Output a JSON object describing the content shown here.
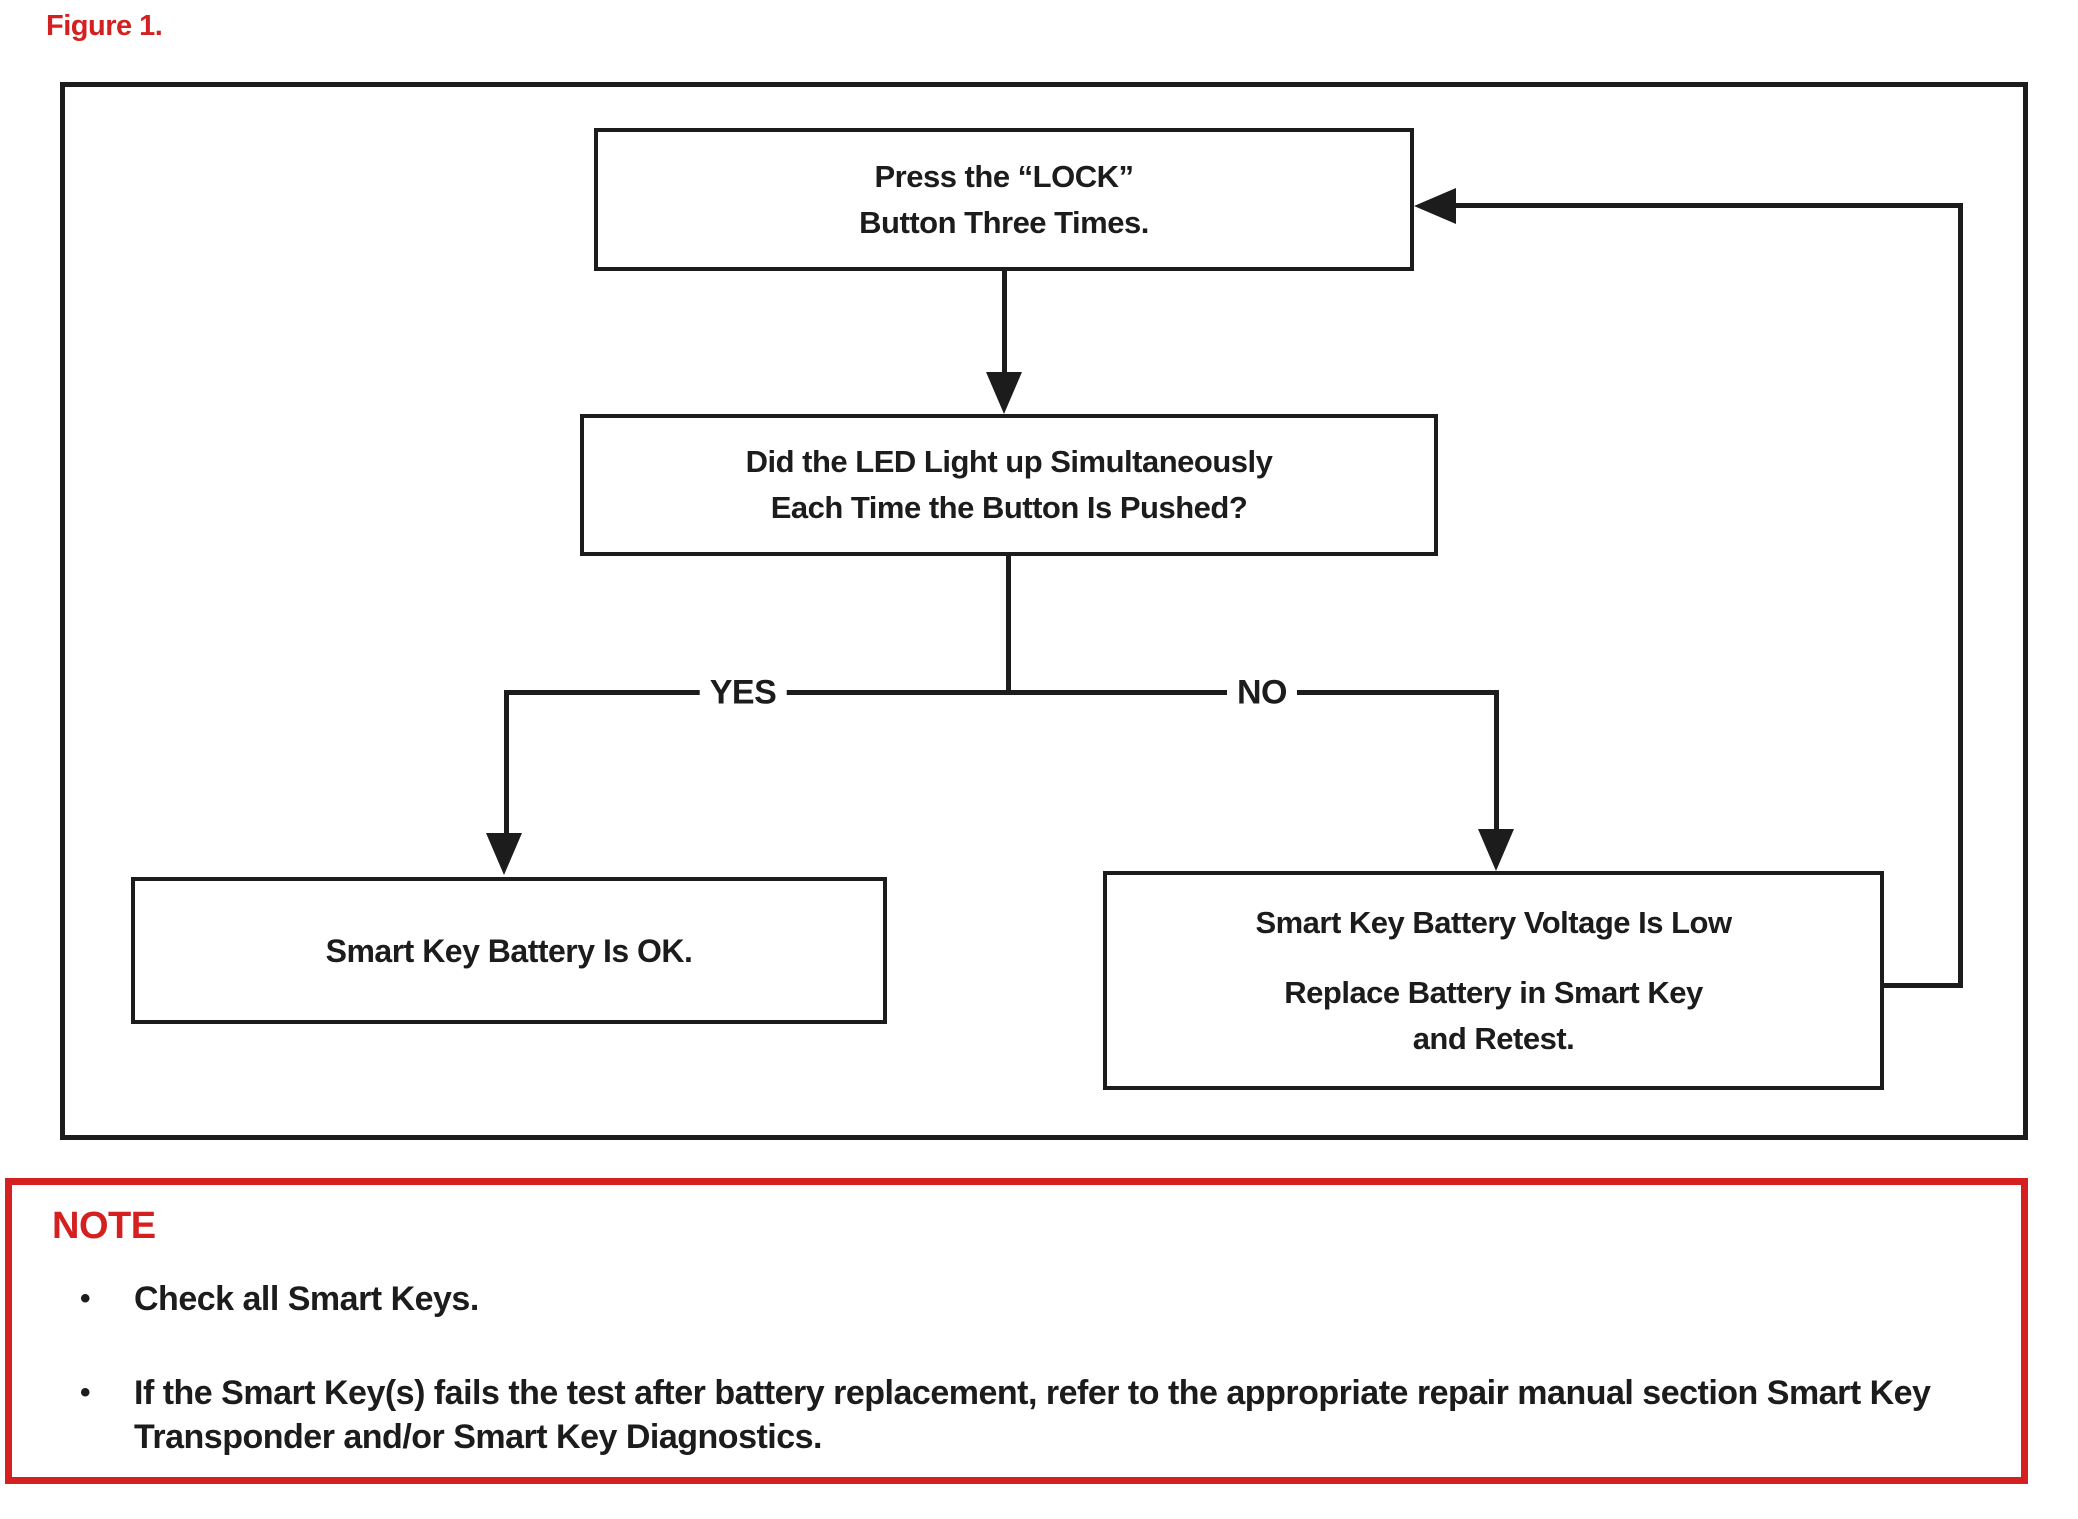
{
  "figure_label": "Figure 1.",
  "flowchart": {
    "press_lock": {
      "line1": "Press the “LOCK”",
      "line2": "Button Three Times."
    },
    "led_question": {
      "line1": "Did the LED Light up Simultaneously",
      "line2": "Each Time the Button Is Pushed?"
    },
    "yes_label": "YES",
    "no_label": "NO",
    "battery_ok": {
      "line1": "Smart Key Battery Is OK."
    },
    "battery_low": {
      "line1": "Smart Key Battery Voltage Is Low",
      "line2": "Replace Battery in Smart Key",
      "line3": "and Retest."
    }
  },
  "note": {
    "title": "NOTE",
    "bullet_dot": "•",
    "bullet1": "Check all Smart Keys.",
    "bullet2": "If the Smart Key(s) fails the test after battery replacement, refer to the appropriate repair manual section Smart Key Transponder and/or Smart Key Diagnostics."
  },
  "colors": {
    "red": "#d42020",
    "black": "#1c1c1c"
  }
}
